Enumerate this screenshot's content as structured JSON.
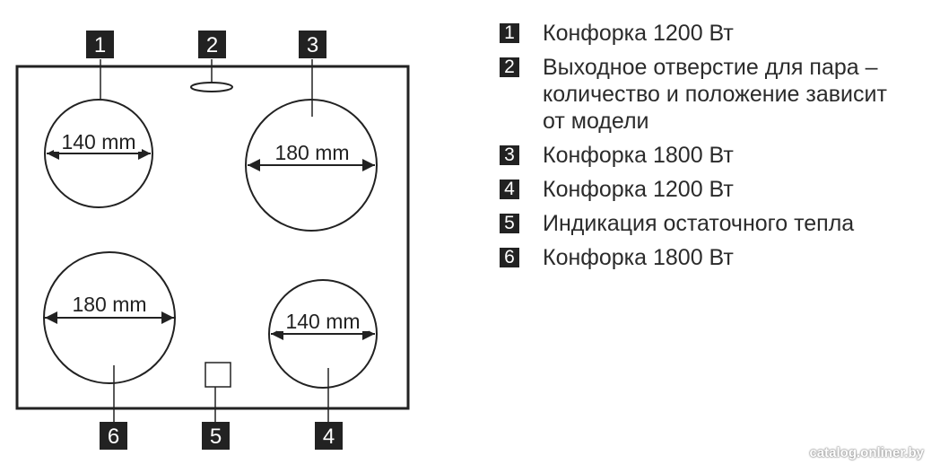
{
  "diagram": {
    "burners": [
      {
        "label": "140 mm"
      },
      {
        "label": "180 mm"
      },
      {
        "label": "180 mm"
      },
      {
        "label": "140 mm"
      }
    ],
    "callouts": [
      "1",
      "2",
      "3",
      "4",
      "5",
      "6"
    ]
  },
  "legend": [
    {
      "num": "1",
      "text": "Конфорка 1200 Вт"
    },
    {
      "num": "2",
      "text": "Выходное отверстие для пара –\nколичество и положение зависит\nот модели"
    },
    {
      "num": "3",
      "text": "Конфорка 1800 Вт"
    },
    {
      "num": "4",
      "text": "Конфорка 1200 Вт"
    },
    {
      "num": "5",
      "text": "Индикация остаточного тепла"
    },
    {
      "num": "6",
      "text": "Конфорка 1800 Вт"
    }
  ],
  "watermark": "catalog.onliner.by"
}
